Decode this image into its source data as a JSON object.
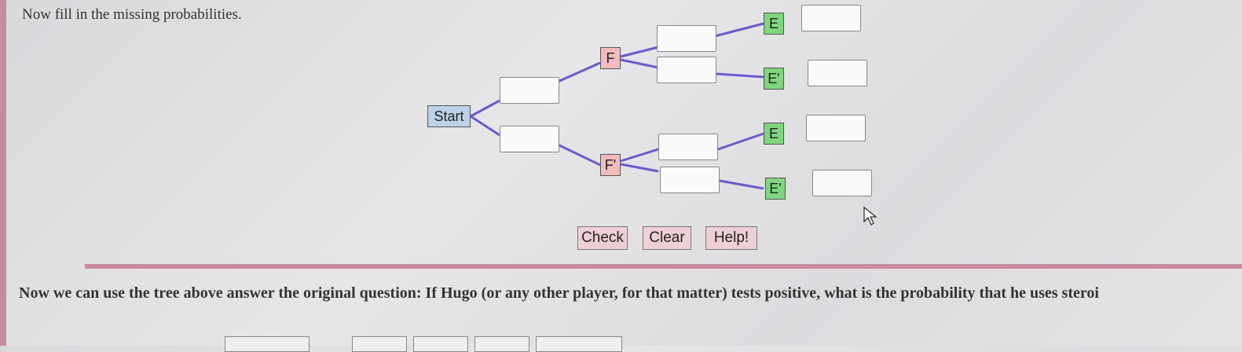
{
  "intro_text": "Now fill in the missing probabilities.",
  "tree": {
    "start": "Start",
    "f": "F",
    "f_prime": "F'",
    "e": "E",
    "e_prime": "E'"
  },
  "buttons": {
    "check": "Check",
    "clear": "Clear",
    "help": "Help!"
  },
  "question": "Now we can use the tree above answer the original question: If Hugo (or any other player, for that matter) tests positive, what is the probability that he uses steroi",
  "colors": {
    "line": "#6a5acd",
    "accent": "#c98a9e",
    "start_fill": "#bcd2e8",
    "f_fill": "#f2bcbc",
    "e_fill": "#7fd67f"
  }
}
